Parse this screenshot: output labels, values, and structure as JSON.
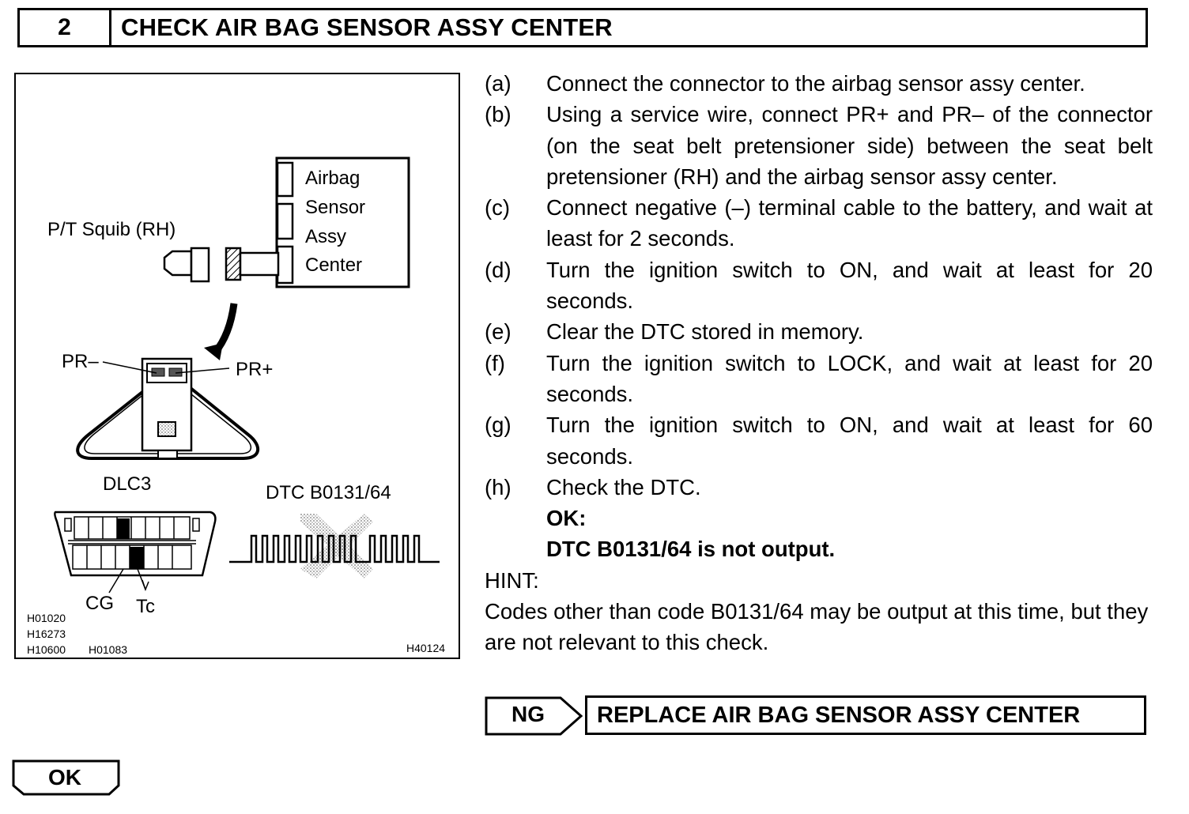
{
  "header": {
    "step_number": "2",
    "title": "CHECK AIR BAG SENSOR ASSY CENTER"
  },
  "figure": {
    "box_label_lines": [
      "Airbag",
      "Sensor",
      "Assy",
      "Center"
    ],
    "squib_label": "P/T Squib (RH)",
    "pr_minus": "PR–",
    "pr_plus": "PR+",
    "dlc_label": "DLC3",
    "dtc_label": "DTC B0131/64",
    "cg_label": "CG",
    "tc_label": "Tc",
    "codes": [
      "H01020",
      "H16273",
      "H10600",
      "H01083",
      "H40124"
    ]
  },
  "steps": [
    {
      "key": "(a)",
      "text": "Connect the connector to the airbag sensor assy center."
    },
    {
      "key": "(b)",
      "text": "Using a service wire, connect PR+ and PR– of the connector (on the seat belt pretensioner side) between the seat belt pretensioner (RH) and the airbag sensor assy center."
    },
    {
      "key": "(c)",
      "text": "Connect negative (–) terminal cable to the battery, and wait at least for 2 seconds."
    },
    {
      "key": "(d)",
      "text": "Turn the ignition switch to ON, and wait at least for 20 seconds."
    },
    {
      "key": "(e)",
      "text": "Clear the DTC stored in memory."
    },
    {
      "key": "(f)",
      "text": "Turn the ignition switch to LOCK, and wait at least for 20 seconds."
    },
    {
      "key": "(g)",
      "text": "Turn the ignition switch to ON, and wait at least for 60 seconds."
    },
    {
      "key": "(h)",
      "text": "Check the DTC."
    }
  ],
  "ok_result": {
    "label": "OK:",
    "text": "DTC B0131/64 is not output."
  },
  "hint": {
    "title": "HINT:",
    "text": "Codes other than code B0131/64 may be output at this time, but they are not relevant to this check."
  },
  "ng": {
    "label": "NG",
    "action": "REPLACE AIR BAG SENSOR ASSY CENTER"
  },
  "ok_next": {
    "label": "OK"
  }
}
